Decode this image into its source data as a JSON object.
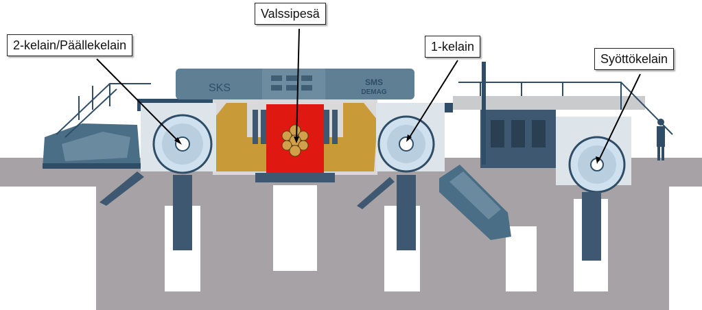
{
  "callouts": {
    "recoiler_2": "2-kelain/Päällekelain",
    "roll_stand": "Valssipesä",
    "recoiler_1": "1-kelain",
    "feed_reel": "Syöttökelain"
  },
  "machine_markings": {
    "housing_left": "SKS",
    "housing_right_line1": "SMS",
    "housing_right_line2": "DEMAG"
  },
  "colors": {
    "foundation": "#a6a2a6",
    "machine_blue": "#4d6b86",
    "housing": "#5f7f94",
    "gold": "#c99a38",
    "red_core": "#e01812",
    "reel_light": "#cfe1ee"
  }
}
